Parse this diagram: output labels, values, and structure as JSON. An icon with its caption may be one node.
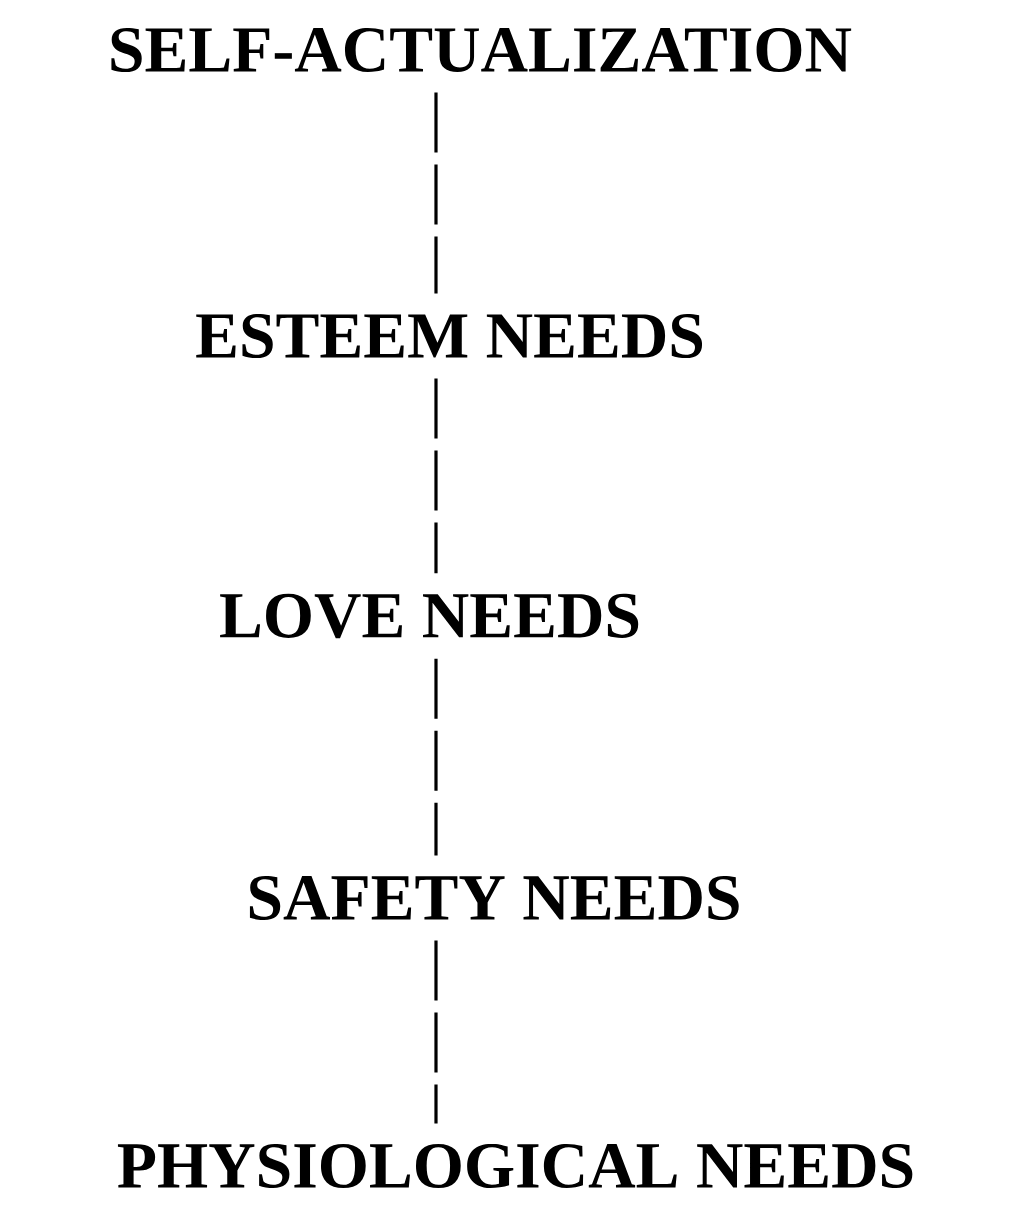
{
  "diagram": {
    "nodes": [
      {
        "text": [
          "SELF-ACTUALIZATION"
        ]
      },
      {
        "text": [
          "ESTEEM NEEDS"
        ]
      },
      {
        "text": [
          "LOVE NEEDS"
        ]
      },
      {
        "text": [
          "SAFETY NEEDS"
        ]
      },
      {
        "text": [
          "PHYSIOLOGICAL NEEDS"
        ]
      }
    ],
    "edges": [
      {
        "from": 0,
        "to": 1,
        "arrow": "none",
        "style": "dashed"
      },
      {
        "from": 1,
        "to": 2,
        "arrow": "none",
        "style": "dashed"
      },
      {
        "from": 2,
        "to": 3,
        "arrow": "none",
        "style": "dashed"
      },
      {
        "from": 3,
        "to": 4,
        "arrow": "none",
        "style": "dashed"
      }
    ]
  }
}
